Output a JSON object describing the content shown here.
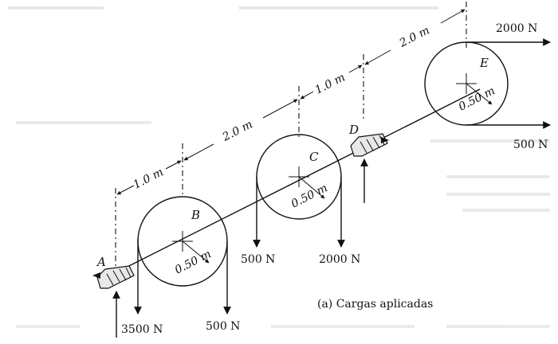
{
  "points": {
    "A": "A",
    "B": "B",
    "C": "C",
    "D": "D",
    "E": "E"
  },
  "dimensions": {
    "ab": "1.0 m",
    "bc": "2.0 m",
    "cd": "1.0 m",
    "de": "2.0 m"
  },
  "radius_labels": {
    "b": "0.50 m",
    "c": "0.50 m",
    "e": "0.50 m"
  },
  "loads": {
    "a_reaction": "3500 N",
    "b_right": "500 N",
    "c_left": "500 N",
    "c_right": "2000 N",
    "e_top": "2000 N",
    "e_bottom": "500 N"
  },
  "caption": "(a) Cargas aplicadas",
  "colors": {
    "ink": "#111111",
    "paper": "#ffffff"
  }
}
